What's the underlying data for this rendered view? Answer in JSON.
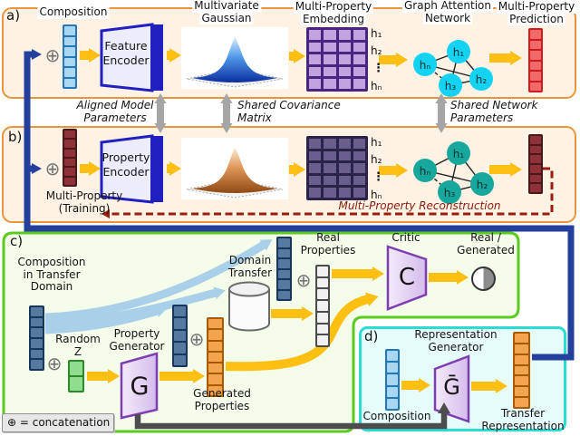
{
  "symbols": {
    "concat": "⊕",
    "dots": "⋮"
  },
  "panel_a": {
    "tag": "a)",
    "composition_label": "Composition",
    "encoder": [
      "Feature",
      "Encoder"
    ],
    "gaussian_title": [
      "Multivariate",
      "Gaussian"
    ],
    "embedding_title": [
      "Multi-Property",
      "Embedding"
    ],
    "row_labels": [
      "h₁",
      "h₂",
      "hₙ"
    ],
    "gat_title": [
      "Graph Attention",
      "Network"
    ],
    "nodes": {
      "h1": "h₁",
      "hn": "hₙ",
      "h3": "h₃",
      "h2": "h₂"
    },
    "prediction_title": [
      "Multi-Property",
      "Prediction"
    ]
  },
  "links": {
    "aligned": [
      "Aligned Model",
      "Parameters"
    ],
    "covariance": [
      "Shared Covariance",
      "Matrix"
    ],
    "network": [
      "Shared Network",
      "Parameters"
    ]
  },
  "panel_b": {
    "tag": "b)",
    "encoder": [
      "Property",
      "Encoder"
    ],
    "input_label": [
      "Multi-Property",
      "(Training)"
    ],
    "row_labels": [
      "h₁",
      "h₂",
      "hₙ"
    ],
    "nodes": {
      "h1": "h₁",
      "hn": "hₙ",
      "h3": "h₃",
      "h2": "h₂"
    },
    "reconstruction_label": "Multi-Property Reconstruction"
  },
  "panel_c": {
    "tag": "c)",
    "input_label": [
      "Composition",
      "in Transfer",
      "Domain"
    ],
    "random_label": [
      "Random",
      "Z"
    ],
    "generator_title": [
      "Property",
      "Generator"
    ],
    "generator_letter": "G",
    "generated_label": [
      "Generated",
      "Properties"
    ],
    "domain_transfer_label": [
      "Domain",
      "Transfer"
    ],
    "real_label": [
      "Real",
      "Properties"
    ],
    "critic_title": "Critic",
    "critic_letter": "C",
    "decision_label": [
      "Real /",
      "Generated"
    ],
    "legend": "⊕ = concatenation"
  },
  "panel_d": {
    "tag": "d)",
    "title": [
      "Representation",
      "Generator"
    ],
    "generator_letter": "Ḡ",
    "composition_label": "Composition",
    "output_label": [
      "Transfer",
      "Representation"
    ]
  },
  "colors": {
    "panel_ab_border": "#e8953e",
    "panel_ab_bg": "#fdf2e3",
    "panel_c_border": "#5ccb1f",
    "panel_c_bg": "#f4fcea",
    "panel_d_border": "#2bdbd5",
    "panel_d_bg": "#e6fcfa",
    "arrow_yellow": "#fdc012",
    "arrow_lightblue": "#a9cfe9",
    "connector_blue": "#24409f",
    "reconstruction_red": "#9b1c10",
    "shared_gray": "#a6a6a6",
    "generator_gray": "#4d4d4d",
    "node_cyan": "#14d2f1",
    "node_teal": "#18a79c",
    "encoder_blue": "#2020c0",
    "trapezoid_purple": "#7d3fb0"
  }
}
